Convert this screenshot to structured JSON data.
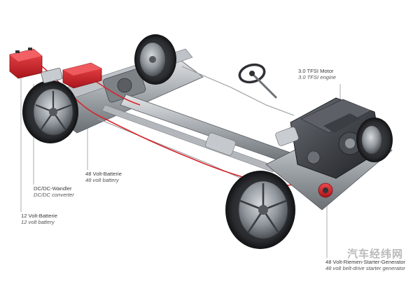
{
  "labels": {
    "engine": {
      "de": "3.0 TFSI Motor",
      "en": "3.0 TFSI engine"
    },
    "battery48": {
      "de": "48 Volt-Batterie",
      "en": "48 volt battery"
    },
    "dcdc": {
      "de": "DC/DC-Wandler",
      "en": "DC/DC converter"
    },
    "battery12": {
      "de": "12 Volt-Batterie",
      "en": "12 volt battery"
    },
    "bsg": {
      "de": "48 Volt-Riemen-Starter-Generator",
      "en": "48 volt belt-drive starter generator"
    }
  },
  "watermark": "汽车经纬网",
  "colors": {
    "accent_red": "#d8232a",
    "metal_dark": "#3c3f44",
    "metal_mid": "#8a9096",
    "metal_light": "#c9cdd1",
    "tire": "#2a2b2e",
    "rim": "#9ea3a8"
  }
}
